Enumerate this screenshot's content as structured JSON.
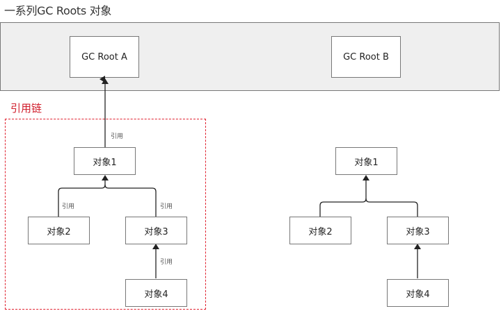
{
  "title": "一系列GC Roots 对象",
  "roots": [
    {
      "id": "root-a",
      "label": "GC Root A"
    },
    {
      "id": "root-b",
      "label": "GC Root B"
    }
  ],
  "chain_label": "引用链",
  "left_tree": {
    "nodes": [
      "对象1",
      "对象2",
      "对象3",
      "对象4"
    ],
    "edge_label": "引用",
    "edges": [
      {
        "from": "对象1",
        "to": "GC Root A",
        "label": "引用"
      },
      {
        "from": "对象2",
        "to": "对象1",
        "label": "引用"
      },
      {
        "from": "对象3",
        "to": "对象1",
        "label": "引用"
      },
      {
        "from": "对象4",
        "to": "对象3",
        "label": "引用"
      }
    ]
  },
  "right_tree": {
    "nodes": [
      "对象1",
      "对象2",
      "对象3",
      "对象4"
    ],
    "edges": [
      {
        "from": "对象2",
        "to": "对象1"
      },
      {
        "from": "对象3",
        "to": "对象1"
      },
      {
        "from": "对象4",
        "to": "对象3"
      }
    ]
  },
  "colors": {
    "chain_highlight": "#e0202e",
    "panel_fill": "#efefef",
    "node_border": "#777777"
  }
}
